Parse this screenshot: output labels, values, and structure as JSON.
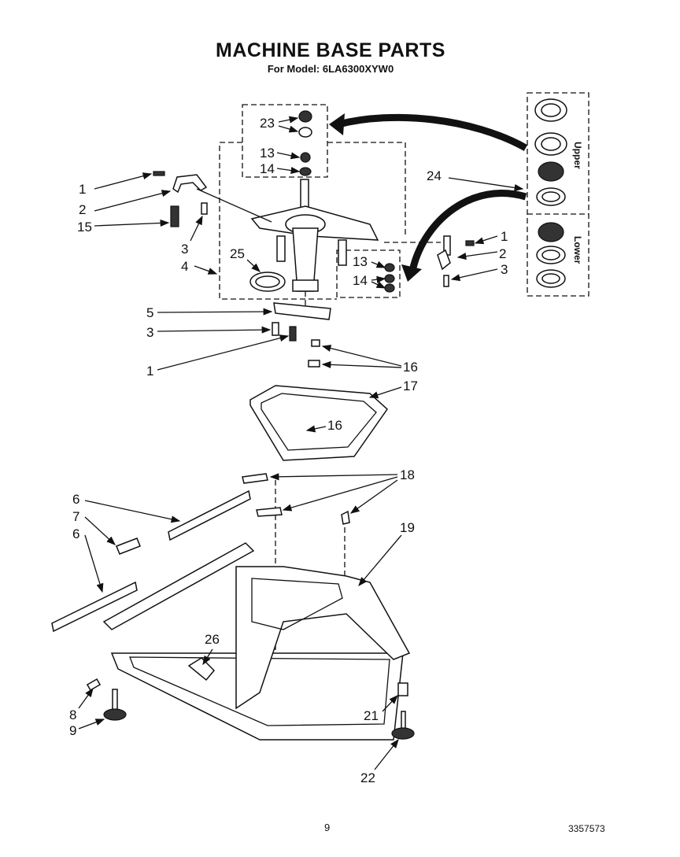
{
  "header": {
    "title": "MACHINE BASE PARTS",
    "subtitle": "For Model: 6LA6300XYW0"
  },
  "inset": {
    "upper_label": "Upper",
    "lower_label": "Lower"
  },
  "callouts": [
    "1",
    "2",
    "15",
    "3",
    "4",
    "25",
    "23",
    "13",
    "14",
    "24",
    "1",
    "2",
    "13",
    "14",
    "3",
    "5",
    "3",
    "1",
    "16",
    "17",
    "16",
    "18",
    "6",
    "7",
    "6",
    "19",
    "26",
    "8",
    "9",
    "21",
    "22"
  ],
  "footer": {
    "page_number": "9",
    "doc_number": "3357573"
  }
}
